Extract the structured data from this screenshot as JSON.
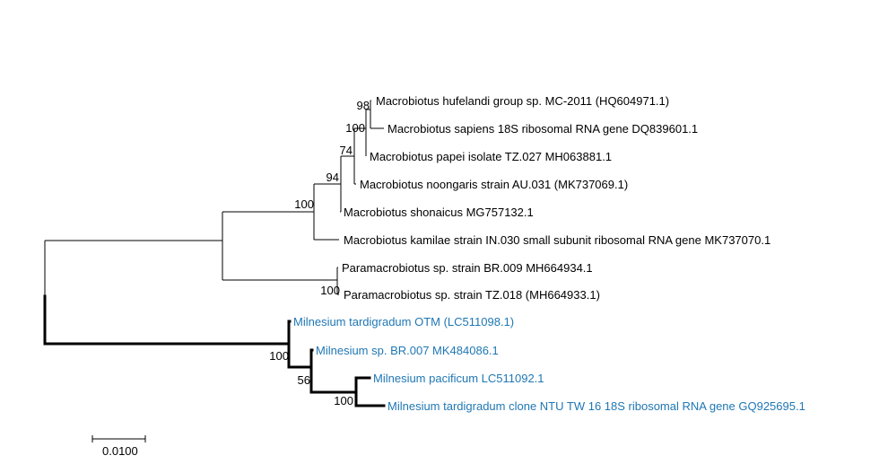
{
  "colors": {
    "default": "#000000",
    "highlight": "#1f77b4"
  },
  "taxa": [
    {
      "label": "Macrobiotus hufelandi group sp. MC-2011 (HQ604971.1)",
      "highlight": false
    },
    {
      "label": "Macrobiotus sapiens 18S ribosomal RNA gene DQ839601.1",
      "highlight": false
    },
    {
      "label": "Macrobiotus papei isolate TZ.027 MH063881.1",
      "highlight": false
    },
    {
      "label": "Macrobiotus noongaris strain AU.031 (MK737069.1)",
      "highlight": false
    },
    {
      "label": "Macrobiotus shonaicus MG757132.1",
      "highlight": false
    },
    {
      "label": "Macrobiotus kamilae strain IN.030 small subunit ribosomal RNA gene MK737070.1",
      "highlight": false
    },
    {
      "label": "Paramacrobiotus sp. strain BR.009 MH664934.1",
      "highlight": false
    },
    {
      "label": "Paramacrobiotus sp. strain TZ.018 (MH664933.1)",
      "highlight": false
    },
    {
      "label": "Milnesium tardigradum OTM (LC511098.1)",
      "highlight": true
    },
    {
      "label": "Milnesium sp. BR.007 MK484086.1",
      "highlight": true
    },
    {
      "label": "Milnesium pacificum LC511092.1",
      "highlight": true
    },
    {
      "label": "Milnesium tardigradum clone NTU TW 16 18S ribosomal RNA gene GQ925695.1",
      "highlight": true
    }
  ],
  "bootstrap": [
    "98",
    "100",
    "74",
    "94",
    "100",
    "100",
    "100",
    "56",
    "100"
  ],
  "scale_bar": {
    "label": "0.0100",
    "value": 0.01
  }
}
